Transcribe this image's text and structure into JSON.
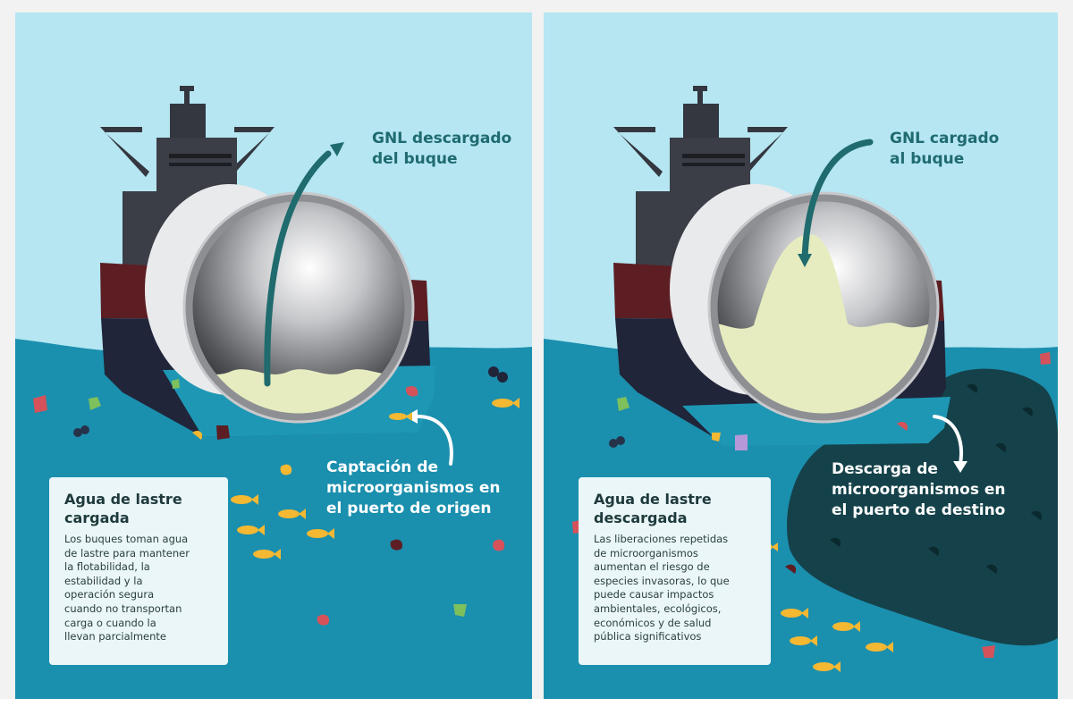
{
  "colors": {
    "sky": "#b5e6f2",
    "sea": "#1b8fae",
    "hull_red": "#5c1e23",
    "hull_navy": "#20253a",
    "superstructure": "#34373f",
    "accent_teal": "#1f6b6e",
    "lng_fill": "#e6ecc0",
    "discharge_plume": "#15424a"
  },
  "left_panel": {
    "annotation_top": "GNL descargado\ndel buque",
    "annotation_bottom": "Captación de\nmicroorganismos en\nel puerto de origen",
    "card": {
      "title": "Agua de lastre\ncargada",
      "body": "Los buques toman agua\nde lastre para mantener\nla flotabilidad, la\nestabilidad y la\noperación segura\ncuando no transportan\ncarga o cuando la\nllevan parcialmente"
    }
  },
  "right_panel": {
    "annotation_top": "GNL cargado\nal buque",
    "annotation_bottom": "Descarga de\nmicroorganismos en\nel puerto de destino",
    "card": {
      "title": "Agua de lastre\ndescargada",
      "body": "Las liberaciones repetidas\nde microorganismos\naumentan el riesgo de\nespecies invasoras, lo que\npuede causar impactos\nambientales, ecológicos,\neconómicos y de salud\npública significativos"
    }
  }
}
